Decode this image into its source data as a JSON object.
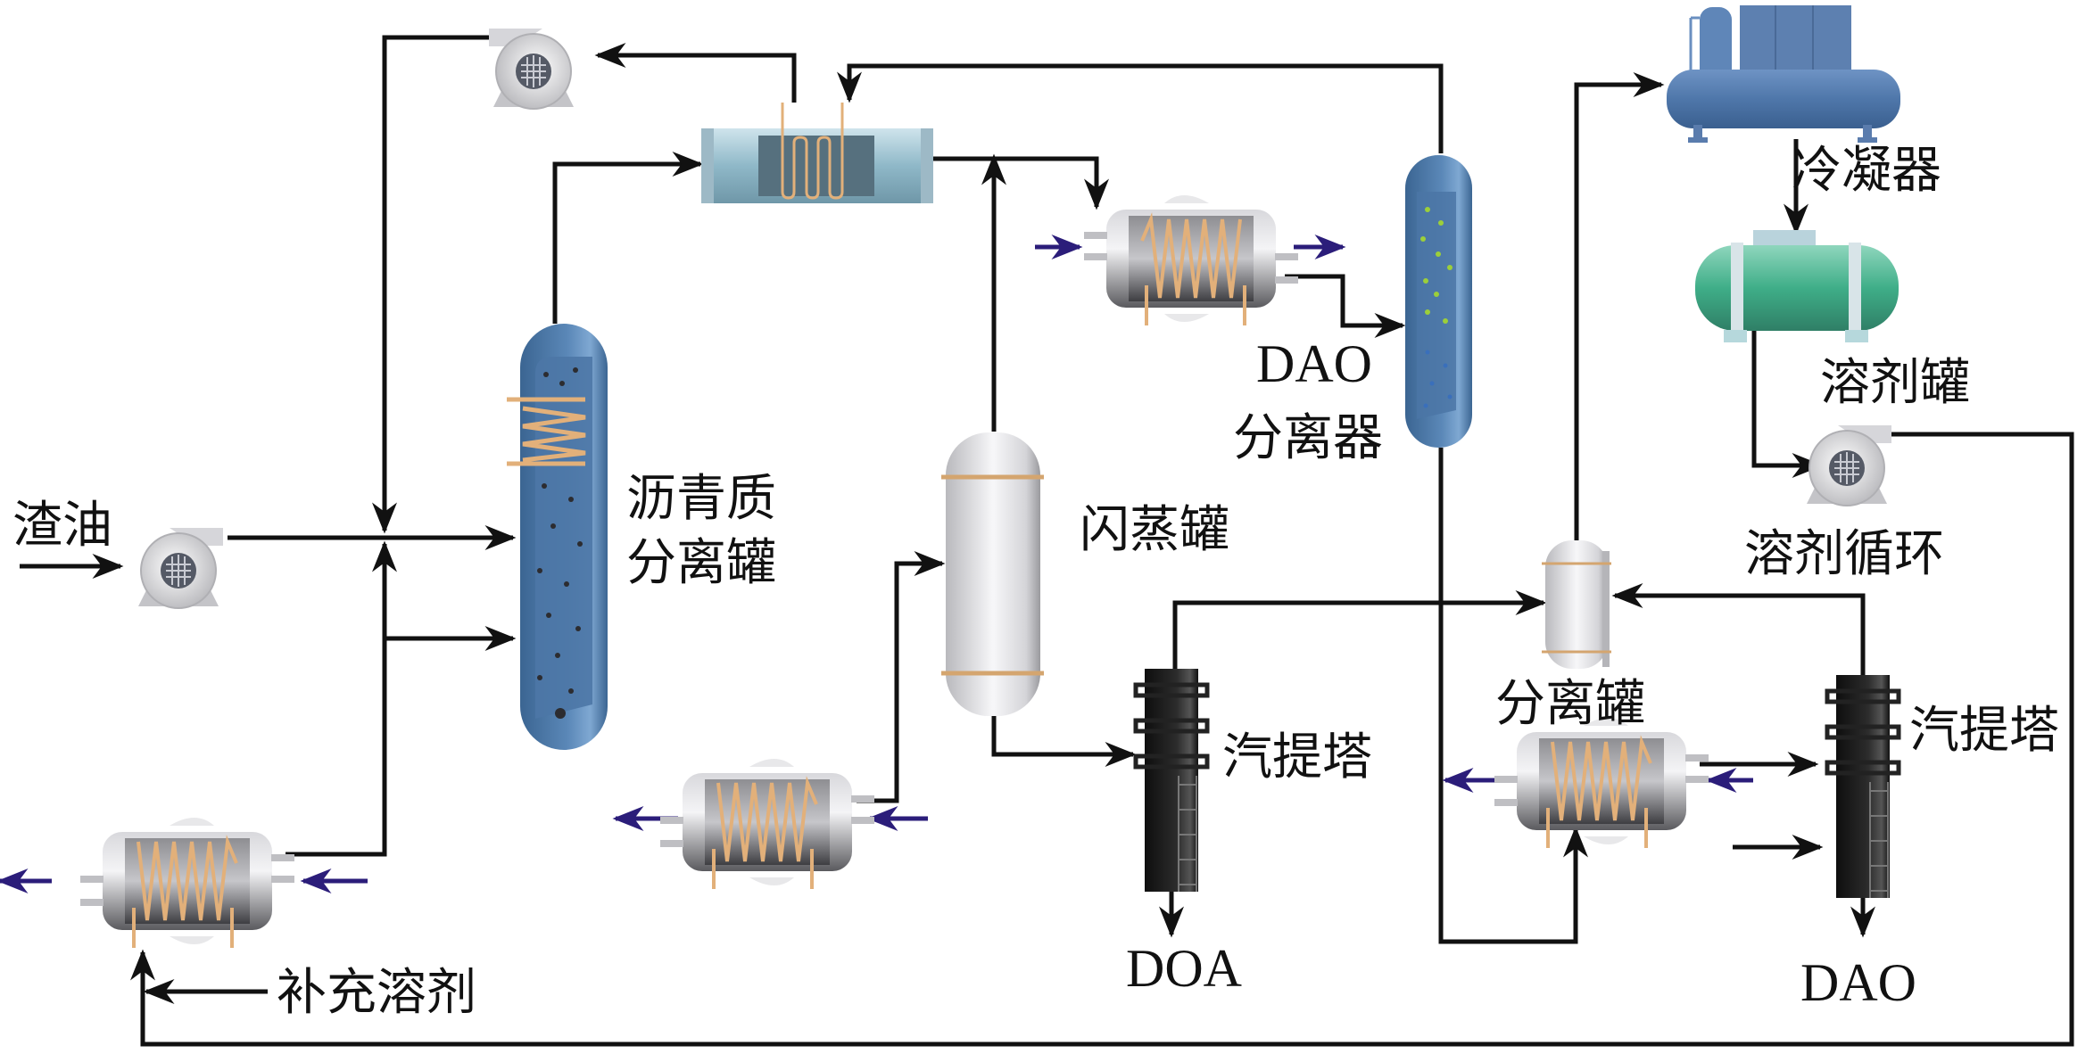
{
  "diagram": {
    "title": "",
    "labels": {
      "residue_oil": "渣油",
      "asphaltene_separator_line1": "沥青质",
      "asphaltene_separator_line2": "分离罐",
      "flash_tank": "闪蒸罐",
      "dao_separator_line1": "DAO",
      "dao_separator_line2": "分离器",
      "stripper_left": "汽提塔",
      "doa_product": "DOA",
      "condenser": "冷凝器",
      "solvent_tank": "溶剂罐",
      "solvent_circulation": "溶剂循环",
      "separator_tank": "分离罐",
      "stripper_right": "汽提塔",
      "dao_product": "DAO",
      "makeup_solvent": "补充溶剂"
    },
    "equipment": [
      {
        "id": "feed-pump",
        "type": "centrifugal-pump",
        "label": "渣油"
      },
      {
        "id": "recycle-pump-top",
        "type": "centrifugal-pump",
        "label": ""
      },
      {
        "id": "asphaltene-separator",
        "type": "vertical-vessel",
        "label": "沥青质分离罐"
      },
      {
        "id": "u-tube-heat-exchanger",
        "type": "heat-exchanger",
        "label": ""
      },
      {
        "id": "heater-top-right",
        "type": "coil-heat-exchanger",
        "label": ""
      },
      {
        "id": "dao-separator",
        "type": "vertical-column",
        "label": "DAO分离器"
      },
      {
        "id": "flash-tank",
        "type": "vertical-vessel",
        "label": "闪蒸罐"
      },
      {
        "id": "heater-mid",
        "type": "coil-heat-exchanger",
        "label": ""
      },
      {
        "id": "heater-bottom-left",
        "type": "coil-heat-exchanger",
        "label": ""
      },
      {
        "id": "stripper-left",
        "type": "stripping-column",
        "label": "汽提塔"
      },
      {
        "id": "condenser",
        "type": "compressor-condenser",
        "label": "冷凝器"
      },
      {
        "id": "solvent-tank",
        "type": "horizontal-tank",
        "label": "溶剂罐"
      },
      {
        "id": "solvent-pump",
        "type": "centrifugal-pump",
        "label": "溶剂循环"
      },
      {
        "id": "separator-tank",
        "type": "vertical-vessel",
        "label": "分离罐"
      },
      {
        "id": "heater-right",
        "type": "coil-heat-exchanger",
        "label": ""
      },
      {
        "id": "stripper-right",
        "type": "stripping-column",
        "label": "汽提塔"
      }
    ],
    "colors": {
      "pipe": "#111111",
      "utility_arrow": "#2b1d7a",
      "blue_vessel": "#4a76a8",
      "green_tank": "#3fae88",
      "silver_vessel": "#d8d8dc",
      "stripper": "#222222",
      "coil": "#e2b07a"
    }
  }
}
